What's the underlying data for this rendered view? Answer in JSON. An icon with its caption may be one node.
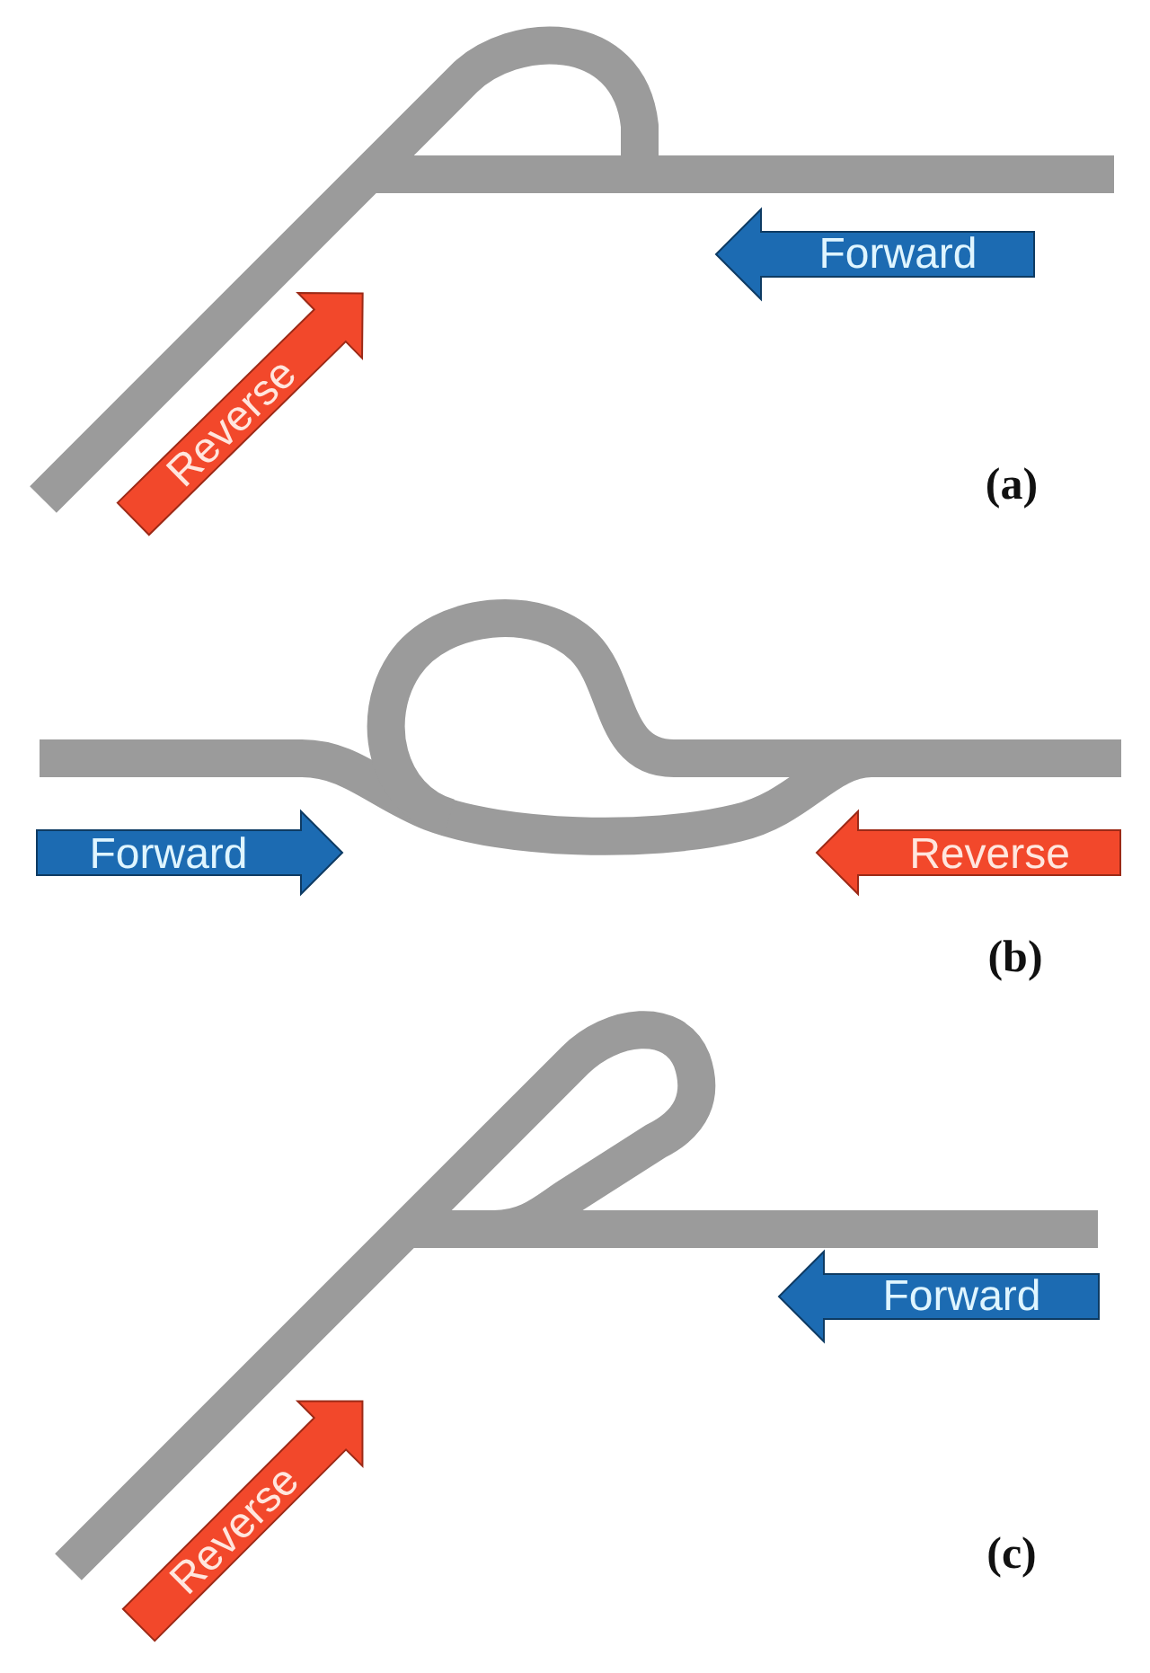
{
  "diagram": {
    "nodes": [
      {
        "text": [
          "Forward"
        ]
      },
      {
        "text": [
          "Reverse"
        ]
      },
      {
        "text": [
          "Forward"
        ]
      },
      {
        "text": [
          "Reverse"
        ]
      },
      {
        "text": [
          "Forward"
        ]
      },
      {
        "text": [
          "Reverse"
        ]
      }
    ],
    "labels": [
      "(a)",
      "(b)",
      "(c)"
    ]
  }
}
